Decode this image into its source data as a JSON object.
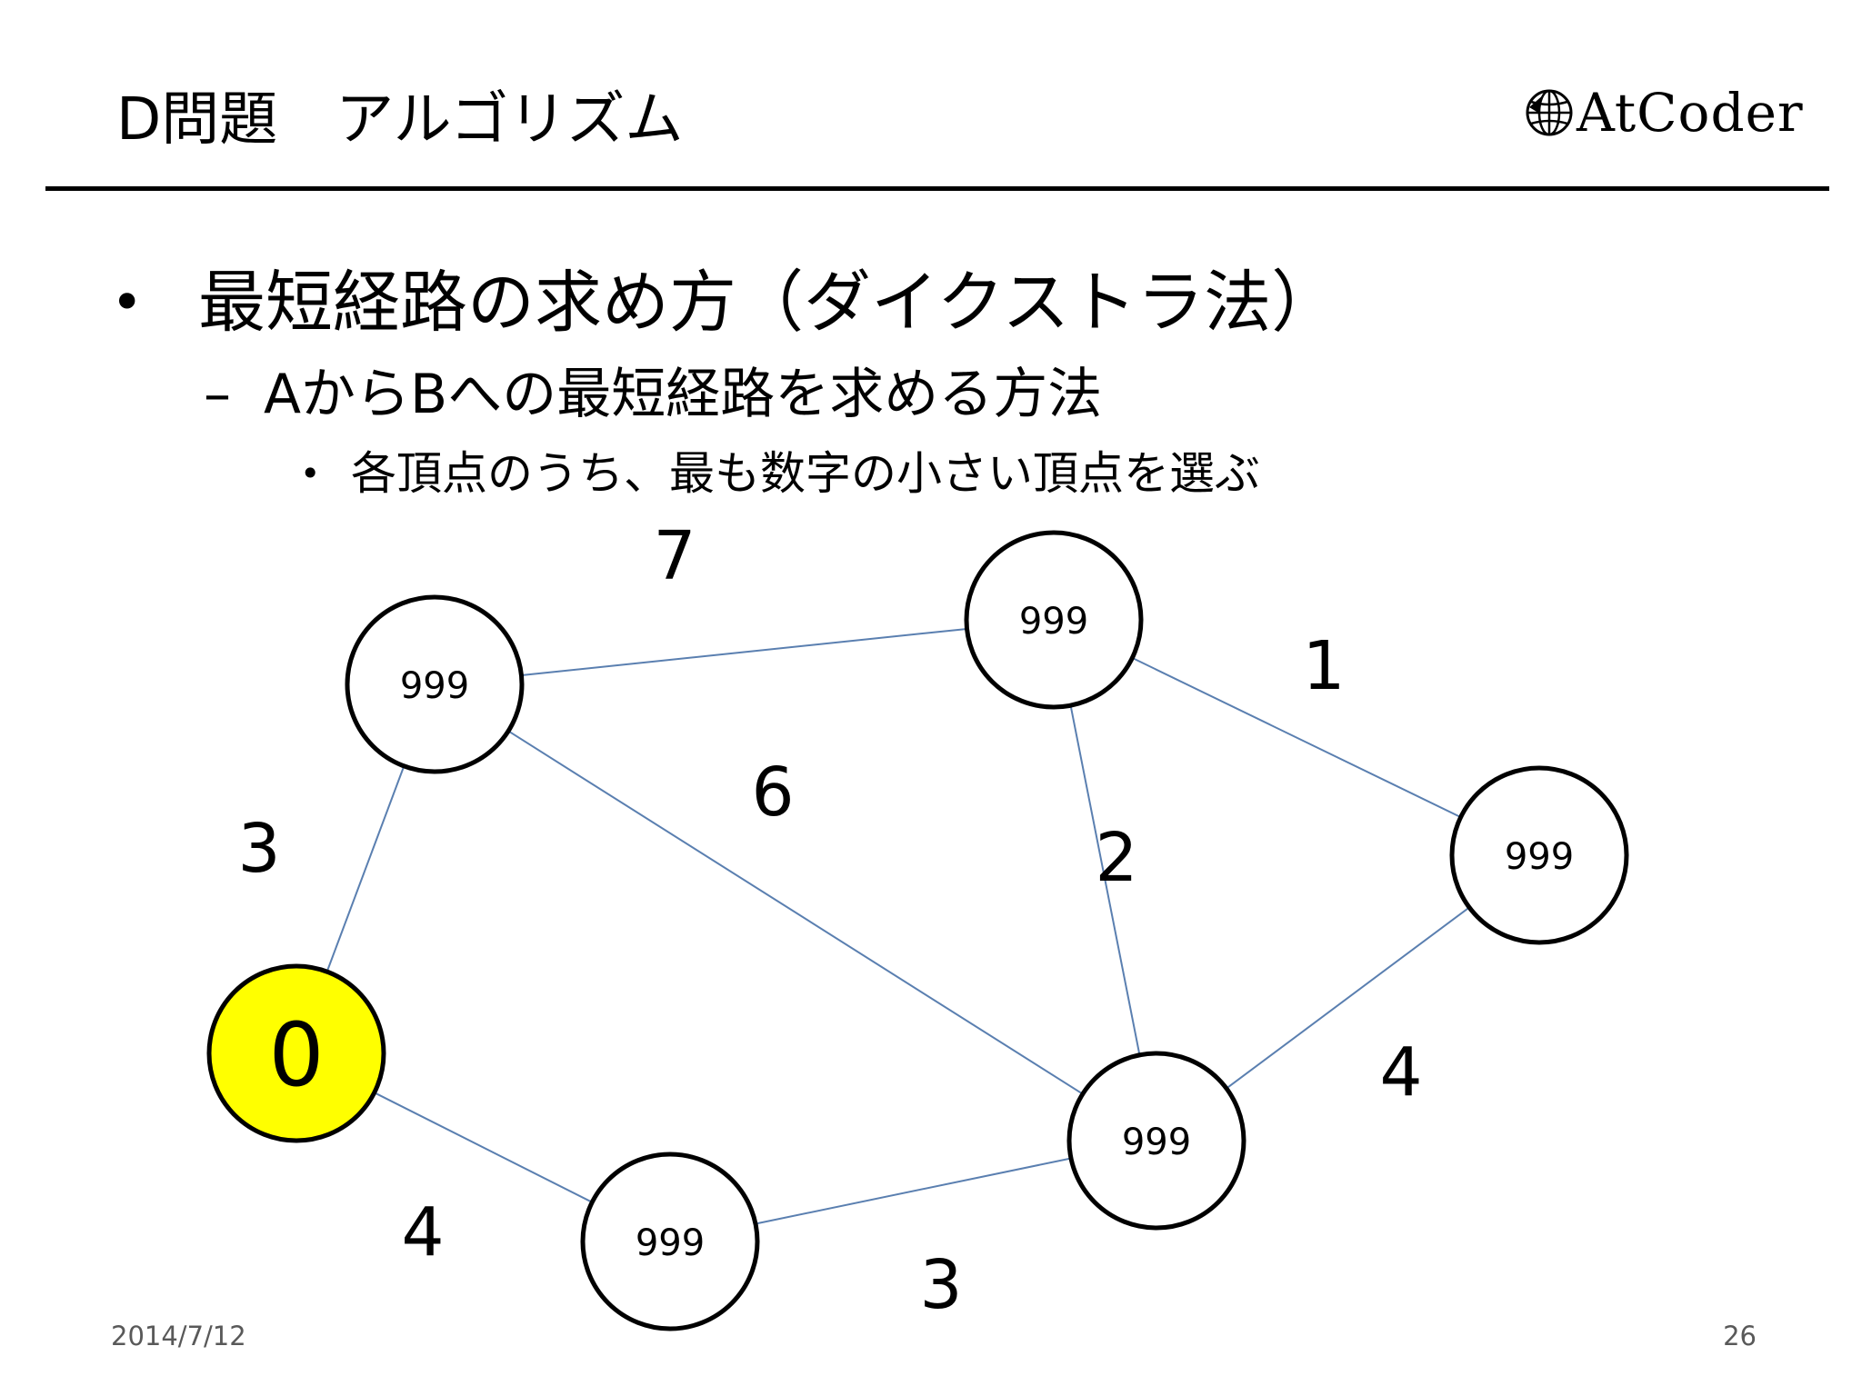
{
  "slide": {
    "title": "D問題　アルゴリズム",
    "logo_text": "AtCoder",
    "bullet_level1": "最短経路の求め方（ダイクストラ法）",
    "bullet_level2": "AからBへの最短経路を求める方法",
    "bullet_level3": "各頂点のうち、最も数字の小さい頂点を選ぶ",
    "marker_level1": "•",
    "marker_level2": "–",
    "marker_level3": "•",
    "date": "2014/7/12",
    "page_number": "26"
  },
  "graph": {
    "nodes": [
      {
        "id": "n_start",
        "label": "0",
        "highlighted": true
      },
      {
        "id": "n_upper_left",
        "label": "999",
        "highlighted": false
      },
      {
        "id": "n_top",
        "label": "999",
        "highlighted": false
      },
      {
        "id": "n_right",
        "label": "999",
        "highlighted": false
      },
      {
        "id": "n_center",
        "label": "999",
        "highlighted": false
      },
      {
        "id": "n_bottom",
        "label": "999",
        "highlighted": false
      }
    ],
    "edges": [
      {
        "from": "n_start",
        "to": "n_upper_left",
        "weight": "3"
      },
      {
        "from": "n_upper_left",
        "to": "n_top",
        "weight": "7"
      },
      {
        "from": "n_upper_left",
        "to": "n_center",
        "weight": "6"
      },
      {
        "from": "n_top",
        "to": "n_right",
        "weight": "1"
      },
      {
        "from": "n_top",
        "to": "n_center",
        "weight": "2"
      },
      {
        "from": "n_right",
        "to": "n_center",
        "weight": "4"
      },
      {
        "from": "n_start",
        "to": "n_bottom",
        "weight": "4"
      },
      {
        "from": "n_bottom",
        "to": "n_center",
        "weight": "3"
      }
    ],
    "colors": {
      "highlight_fill": "#ffff00",
      "node_fill": "#ffffff",
      "node_stroke": "#000000",
      "edge_stroke": "#5a7fb0"
    }
  }
}
